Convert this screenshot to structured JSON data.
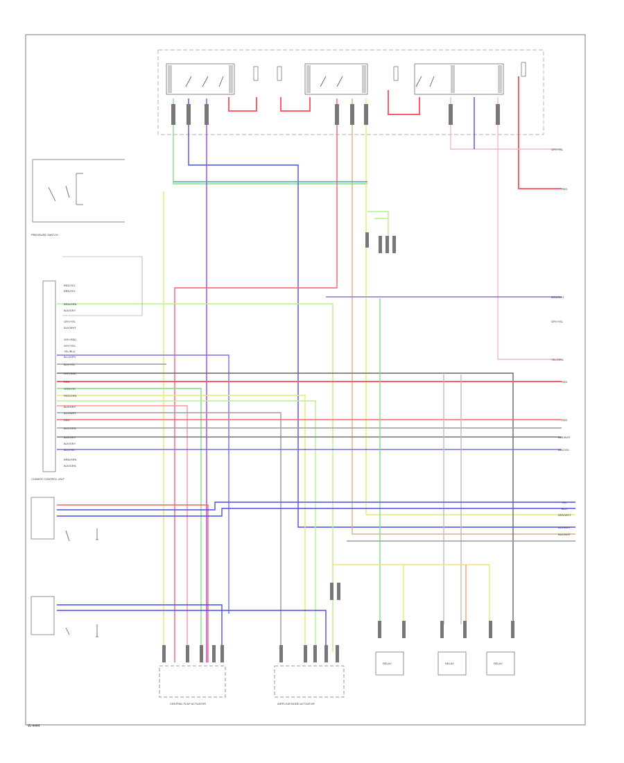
{
  "figure_code": "W-4444",
  "wire_colors": {
    "red": "#ff5b6b",
    "pink": "#ffb3c8",
    "blue": "#4a4af0",
    "violet": "#a040e0",
    "green": "#7ee07a",
    "yellow": "#e8e86a",
    "orange": "#ffa060",
    "gray": "#9a9a9a",
    "black": "#222222",
    "lightgreen": "#b6f08a",
    "tan": "#d6b37a",
    "teal": "#4aa0a8"
  },
  "right_wire_labels": [
    "GRY/YEL",
    "RED",
    "BRN/WHT",
    "GRY/YEL",
    "YEL/GRN",
    "RED",
    "RED",
    "BLK/WHT",
    "BLU/YEL",
    "YEL",
    "BLU",
    "BRN/WHT",
    "BLK/WHT",
    "BLK/WHT"
  ],
  "left_pin_labels": [
    "RED/YEL",
    "BRN/YEL",
    "BRN/GRN",
    "BLK/GRY",
    "GRY/YEL",
    "BLK/WHT",
    "GRY/RED",
    "GRY/YEL",
    "YEL/BLU",
    "BLU/GRY",
    "BLK/YEL",
    "GRY/RED",
    "RED",
    "GRN/YEL",
    "RED/GRN",
    "BLK/GRY",
    "BLU/WHT",
    "RED",
    "BLK/GRN",
    "BLK/GRY",
    "BLK/GRY",
    "BLU/YEL",
    "BRN/GRN",
    "BLK/GRN"
  ],
  "component_labels": {
    "flap_actuator": "CENTRAL FLAP ACTUATOR",
    "mode_actuator": "AIRFLOW MODE ACTUATOR",
    "box1": "RELAY",
    "box2": "RELAY",
    "box3": "RELAY",
    "pressure_switch": "PRESSURE SWITCH",
    "control_unit": "CLIMATE CONTROL UNIT"
  }
}
